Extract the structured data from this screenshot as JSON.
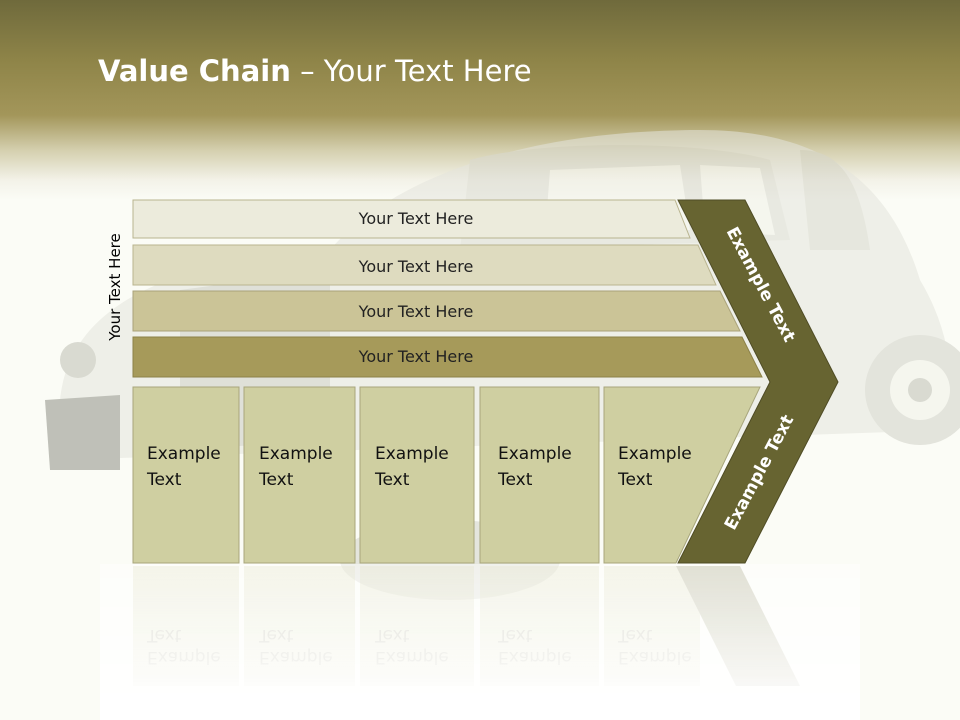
{
  "title": {
    "bold": "Value Chain",
    "rest": " – Your Text Here"
  },
  "side_label": "Your Text Here",
  "bars": [
    {
      "label": "Your Text Here",
      "color": "#ecebdc"
    },
    {
      "label": "Your Text Here",
      "color": "#dedbbf"
    },
    {
      "label": "Your Text Here",
      "color": "#cbc497"
    },
    {
      "label": "Your Text Here",
      "color": "#a69a5a"
    }
  ],
  "boxes": [
    {
      "line1": "Example",
      "line2": "Text"
    },
    {
      "line1": "Example",
      "line2": "Text"
    },
    {
      "line1": "Example",
      "line2": "Text"
    },
    {
      "line1": "Example",
      "line2": "Text"
    },
    {
      "line1": "Example",
      "line2": "Text"
    }
  ],
  "chevron_top_label": "Example Text",
  "chevron_bottom_label": "Example Text",
  "colors": {
    "chevron": "#676431",
    "box": "#cfcfa1",
    "header": "#8e8448"
  }
}
